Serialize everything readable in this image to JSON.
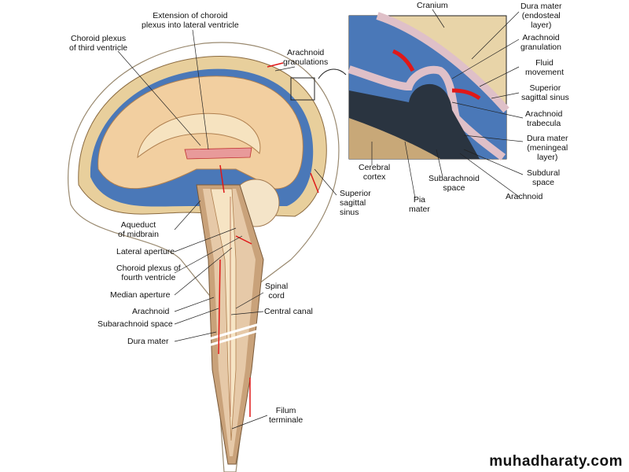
{
  "main_labels": {
    "extension_choroid": "Extension of choroid\nplexus into lateral ventricle",
    "choroid_third": "Choroid plexus\nof third ventricle",
    "arachnoid_granulations": "Arachnoid\ngranulations",
    "superior_sagittal_sinus": "Superior\nsagittal\nsinus",
    "aqueduct": "Aqueduct\nof midbrain",
    "lateral_aperture": "Lateral aperture",
    "choroid_fourth": "Choroid plexus of\nfourth ventricle",
    "median_aperture": "Median aperture",
    "arachnoid": "Arachnoid",
    "subarachnoid_space": "Subarachnoid space",
    "dura_mater": "Dura mater",
    "spinal_cord": "Spinal\ncord",
    "central_canal": "Central canal",
    "filum_terminale": "Filum\nterminale"
  },
  "inset_labels": {
    "cranium": "Cranium",
    "dura_endosteal": "Dura mater\n(endosteal\nlayer)",
    "arachnoid_granulation": "Arachnoid\ngranulation",
    "fluid_movement": "Fluid\nmovement",
    "superior_sagittal_sinus": "Superior\nsagittal sinus",
    "arachnoid_trabecula": "Arachnoid\ntrabecula",
    "dura_meningeal": "Dura mater\n(meningeal\nlayer)",
    "subdural_space": "Subdural\nspace",
    "arachnoid": "Arachnoid",
    "cerebral_cortex": "Cerebral\ncortex",
    "subarachnoid_space": "Subarachnoid\nspace",
    "pia_mater": "Pia\nmater"
  },
  "watermark": "muhadharaty.com",
  "colors": {
    "csf_blue": "#4a78b8",
    "bone": "#e8cf9c",
    "brain": "#f2cfa0",
    "flow_red": "#e01818",
    "dura": "#d9b9b9"
  }
}
